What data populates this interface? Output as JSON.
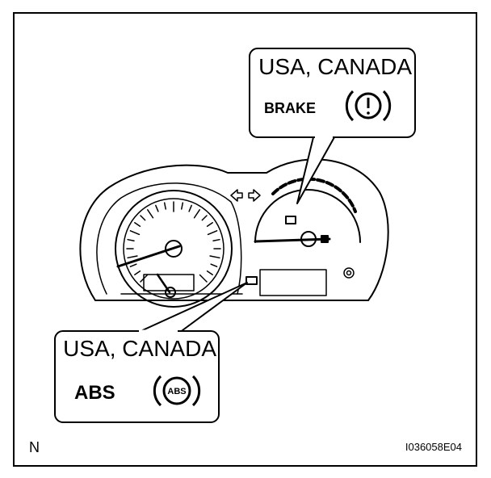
{
  "figure": {
    "corner_label": "N",
    "figure_id": "I036058E04"
  },
  "callout_brake": {
    "region": "USA, CANADA",
    "label": "BRAKE",
    "symbol": "(!)"
  },
  "callout_abs": {
    "region": "USA, CANADA",
    "label": "ABS",
    "symbol": "ABS"
  },
  "colors": {
    "line": "#000000",
    "background": "#ffffff"
  }
}
